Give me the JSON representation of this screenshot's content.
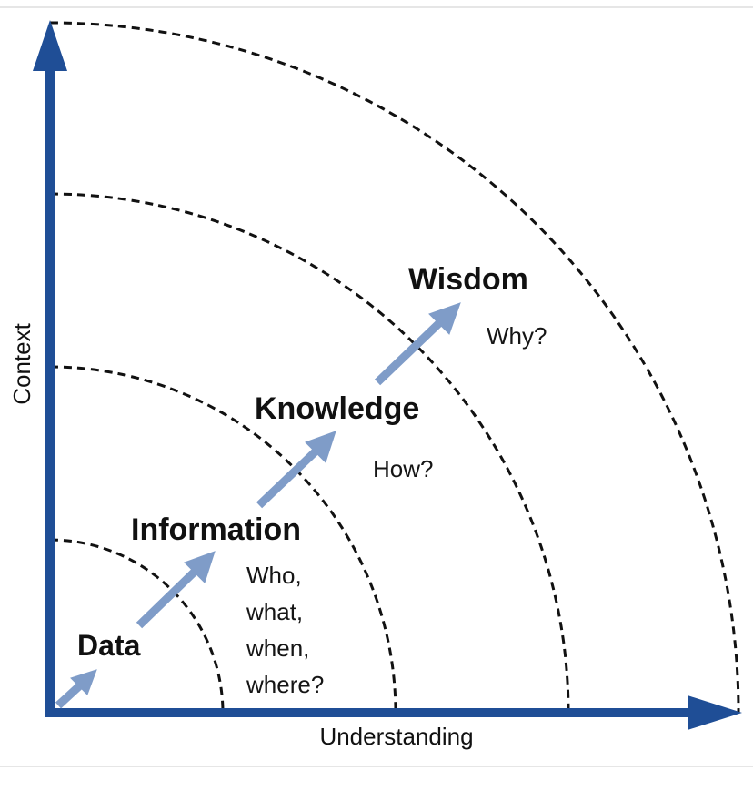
{
  "colors": {
    "axis": "#1f4e96",
    "arrow": "#7f9cc8",
    "arc": "#111111"
  },
  "axes": {
    "y_label": "Context",
    "x_label": "Understanding"
  },
  "levels": [
    {
      "name": "Data",
      "question_lines": []
    },
    {
      "name": "Information",
      "question_lines": [
        "Who,",
        "what,",
        "when,",
        "where?"
      ]
    },
    {
      "name": "Knowledge",
      "question_lines": [
        "How?"
      ]
    },
    {
      "name": "Wisdom",
      "question_lines": [
        "Why?"
      ]
    }
  ]
}
